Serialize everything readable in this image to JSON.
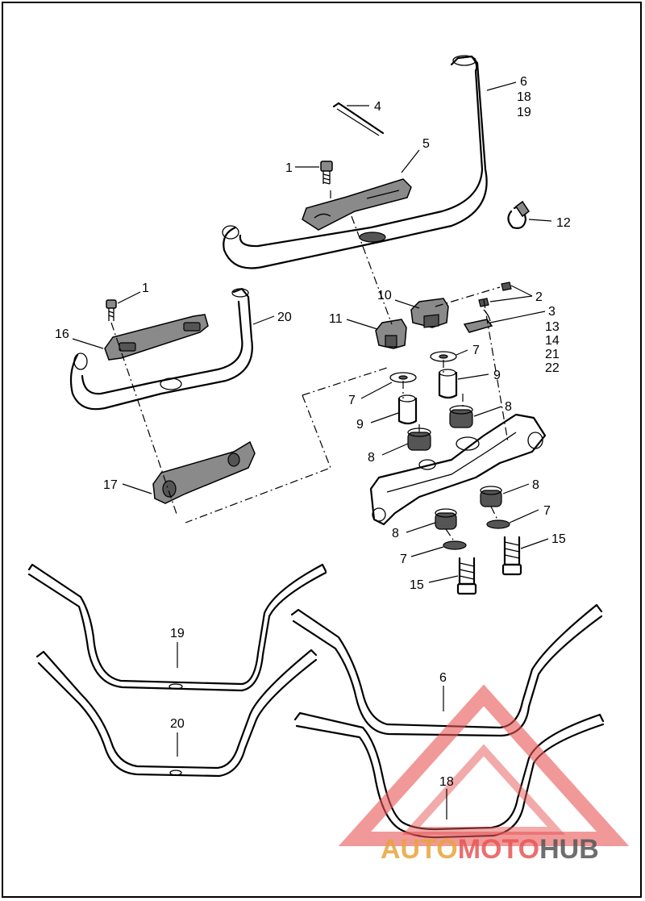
{
  "callouts": [
    {
      "id": "c1a",
      "text": "1"
    },
    {
      "id": "c1b",
      "text": "1"
    },
    {
      "id": "c2",
      "text": "2"
    },
    {
      "id": "c4",
      "text": "4"
    },
    {
      "id": "c5",
      "text": "5"
    },
    {
      "id": "c6a",
      "text": "6"
    },
    {
      "id": "c18a",
      "text": "18"
    },
    {
      "id": "c19a",
      "text": "19"
    },
    {
      "id": "c3",
      "text": "3"
    },
    {
      "id": "c13",
      "text": "13"
    },
    {
      "id": "c14",
      "text": "14"
    },
    {
      "id": "c21",
      "text": "21"
    },
    {
      "id": "c22",
      "text": "22"
    },
    {
      "id": "c10",
      "text": "10"
    },
    {
      "id": "c11",
      "text": "11"
    },
    {
      "id": "c12",
      "text": "12"
    },
    {
      "id": "c16",
      "text": "16"
    },
    {
      "id": "c20a",
      "text": "20"
    },
    {
      "id": "c17",
      "text": "17"
    },
    {
      "id": "c7a",
      "text": "7"
    },
    {
      "id": "c7b",
      "text": "7"
    },
    {
      "id": "c7c",
      "text": "7"
    },
    {
      "id": "c7d",
      "text": "7"
    },
    {
      "id": "c9a",
      "text": "9"
    },
    {
      "id": "c9b",
      "text": "9"
    },
    {
      "id": "c8a",
      "text": "8"
    },
    {
      "id": "c8b",
      "text": "8"
    },
    {
      "id": "c8c",
      "text": "8"
    },
    {
      "id": "c8d",
      "text": "8"
    },
    {
      "id": "c15a",
      "text": "15"
    },
    {
      "id": "c15b",
      "text": "15"
    },
    {
      "id": "c19b",
      "text": "19"
    },
    {
      "id": "c20b",
      "text": "20"
    },
    {
      "id": "c6b",
      "text": "6"
    },
    {
      "id": "c18b",
      "text": "18"
    }
  ],
  "watermark": {
    "part1": "AUTO",
    "part2": "MOTO",
    "part3": "HUB",
    "color_primary": "#e8a33a",
    "color_secondary": "#e85555",
    "color_tertiary": "#555555"
  },
  "colors": {
    "line": "#000000",
    "background": "#ffffff"
  }
}
